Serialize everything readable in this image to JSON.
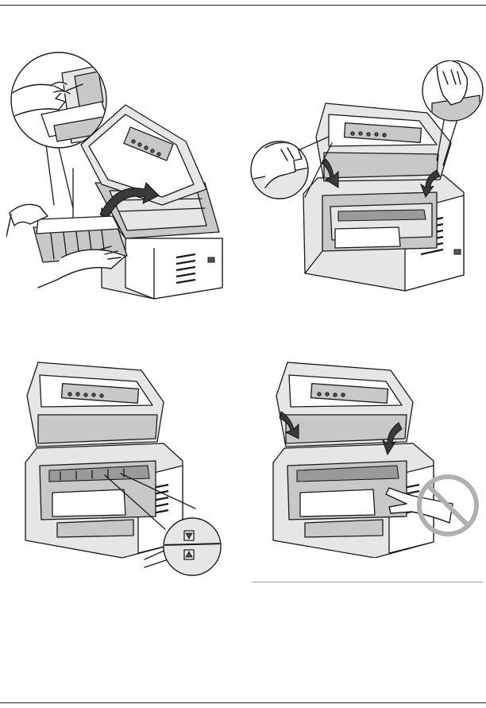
{
  "page": {
    "header_text": "",
    "footer_text": ""
  },
  "figures": [
    {
      "id": "fig1",
      "icon": "printer-remove-drum-unit-illustration"
    },
    {
      "id": "fig2",
      "icon": "printer-close-cover-illustration"
    },
    {
      "id": "fig3",
      "icon": "printer-triangle-alignment-marks-illustration"
    },
    {
      "id": "fig4",
      "icon": "printer-close-cover-no-touch-illustration"
    }
  ],
  "colors": {
    "line": "#1a1a1a",
    "shade_light": "#e6e6e6",
    "shade_mid": "#c8c8c8",
    "prohibition": "#b0b0b0"
  }
}
